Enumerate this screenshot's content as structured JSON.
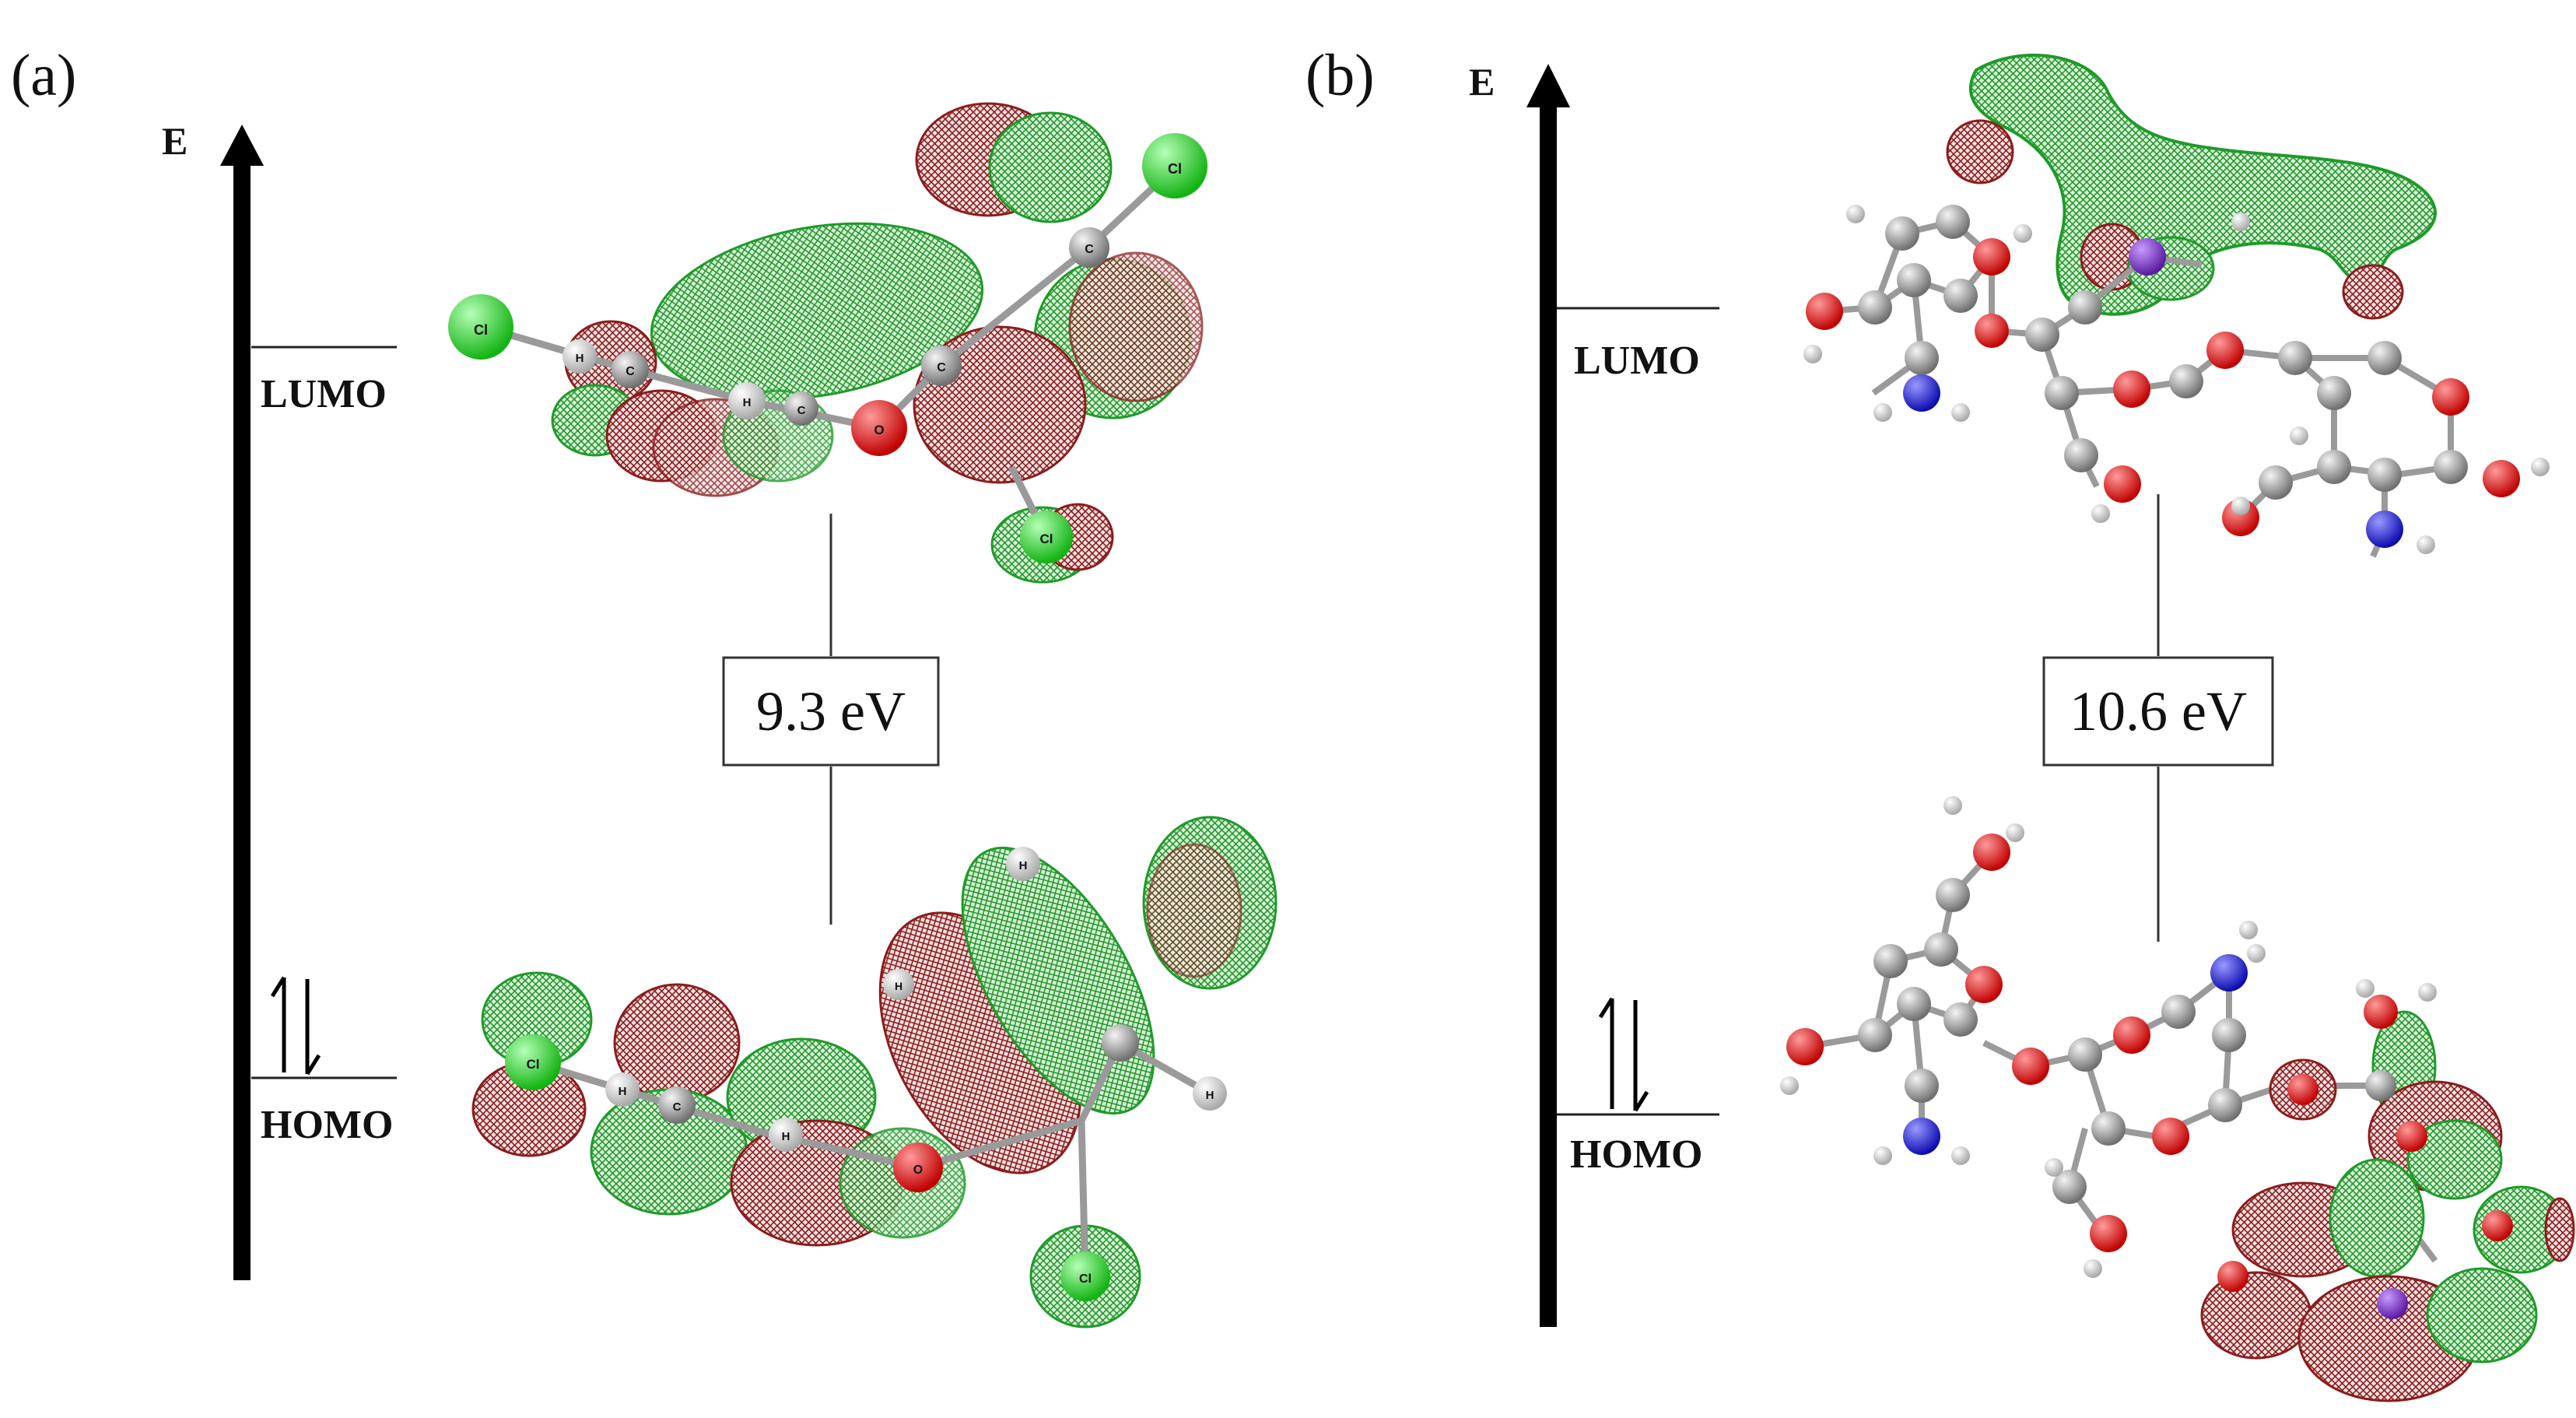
{
  "panel_a": {
    "label": "(a)",
    "axis_label": "E",
    "lumo_label": "LUMO",
    "homo_label": "HOMO",
    "gap_label": "9.3 eV",
    "lumo_atoms": [
      "Cl",
      "C",
      "Cl",
      "H",
      "C",
      "H",
      "C",
      "O",
      "C",
      "Cl"
    ],
    "homo_atoms": [
      "Cl",
      "H",
      "C",
      "H",
      "H",
      "O",
      "H",
      "Cl",
      "H"
    ]
  },
  "panel_b": {
    "label": "(b)",
    "axis_label": "E",
    "lumo_label": "LUMO",
    "homo_label": "HOMO",
    "gap_label": "10.6 eV"
  },
  "colors": {
    "lobe_green": "#1f9a2a",
    "lobe_red": "#8b1d1d",
    "atom_carbon": "#8a8a8a",
    "atom_oxygen": "#e00000",
    "atom_nitrogen": "#1f1fd6",
    "atom_chlorine": "#22d022",
    "atom_hydrogen": "#e8e8e8"
  }
}
